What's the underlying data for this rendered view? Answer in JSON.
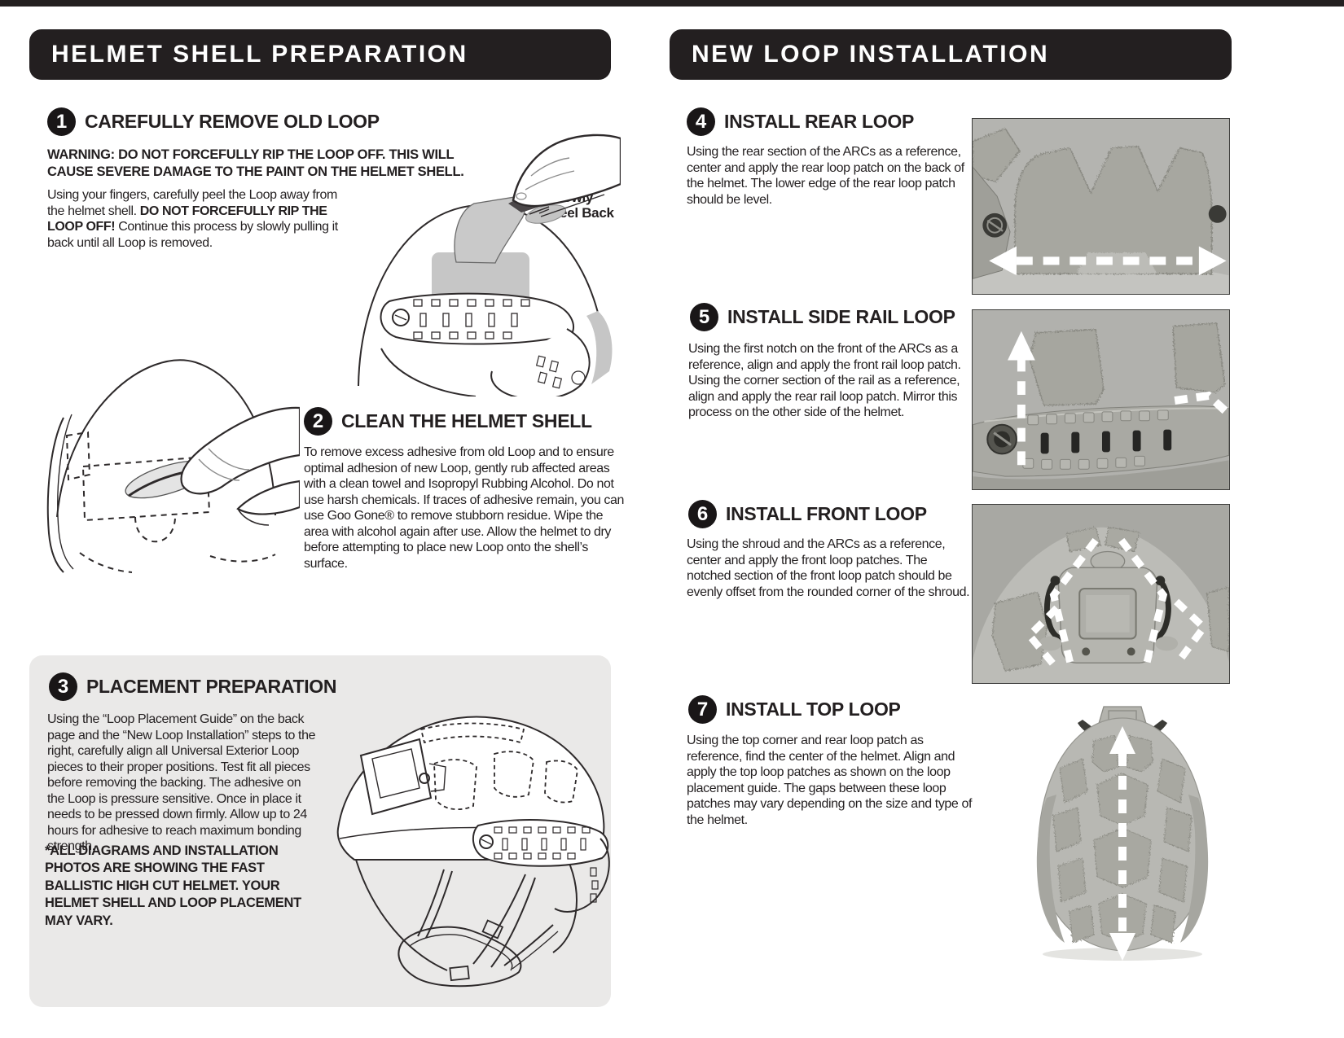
{
  "colors": {
    "ink": "#231f20",
    "header_bg": "#231f20",
    "panel_bg": "#eae9e8",
    "photo_bg": "#b2b2ae",
    "loop_patch": "#a7a7a0",
    "arrow": "#ffffff"
  },
  "headers": {
    "left": "HELMET SHELL PREPARATION",
    "right": "NEW LOOP INSTALLATION"
  },
  "steps": {
    "s1": {
      "num": "1",
      "title": "CAREFULLY REMOVE OLD LOOP",
      "warning": "WARNING: DO NOT FORCEFULLY RIP THE LOOP OFF. THIS WILL CAUSE SEVERE DAMAGE TO THE PAINT ON THE HELMET SHELL.",
      "body_1": "Using your fingers, carefully peel the Loop away from the helmet shell. ",
      "body_bold": "DO NOT FORCEFULLY RIP THE LOOP OFF!",
      "body_2": " Continue this process by slowly pulling it back until all Loop is removed.",
      "callout": "Slowly Peel Back"
    },
    "s2": {
      "num": "2",
      "title": "CLEAN THE HELMET SHELL",
      "body": "To remove excess adhesive from old Loop and to ensure optimal adhesion of new Loop, gently rub affected areas with a clean towel and Isopropyl Rubbing Alcohol. Do not use harsh chemicals. If traces of adhesive remain, you can use Goo Gone® to remove stubborn residue. Wipe the area with alcohol again after use. Allow the helmet to dry before attempting to place new Loop onto the shell’s surface."
    },
    "s3": {
      "num": "3",
      "title": "PLACEMENT PREPARATION",
      "body": "Using the “Loop Placement Guide” on the back page and the “New Loop Installation” steps to the right, carefully align all Universal Exterior Loop pieces to their proper positions. Test fit all pieces before removing the backing. The adhesive on the Loop is pressure sensitive. Once in place it needs to be pressed down firmly. Allow up to 24 hours for adhesive to reach maximum bonding strength.",
      "disclaimer": "*ALL DIAGRAMS AND INSTALLATION PHOTOS ARE SHOWING THE FAST BALLISTIC HIGH CUT HELMET. YOUR HELMET SHELL AND LOOP PLACEMENT MAY VARY."
    },
    "s4": {
      "num": "4",
      "title": "INSTALL REAR LOOP",
      "body": "Using the rear section of the ARCs as a reference, center and apply the rear loop patch on the back of the helmet. The lower edge of the rear loop patch should be level."
    },
    "s5": {
      "num": "5",
      "title": "INSTALL SIDE RAIL LOOP",
      "body": "Using the first notch on the front of the ARCs as a reference, align and apply the front rail loop patch. Using the corner section of the rail as a reference, align and apply the rear rail loop patch. Mirror this process on the other side of the helmet."
    },
    "s6": {
      "num": "6",
      "title": "INSTALL FRONT LOOP",
      "body": "Using the shroud and the ARCs as a reference, center and apply the front loop patches. The notched section of the front loop patch should be evenly offset from the rounded corner of the shroud."
    },
    "s7": {
      "num": "7",
      "title": "INSTALL TOP LOOP",
      "body": "Using the top corner and rear loop patch as reference, find the center of the helmet. Align and apply the top loop patches as shown on the loop placement guide. The gaps between these loop patches may vary depending on the size and type of the helmet."
    }
  }
}
